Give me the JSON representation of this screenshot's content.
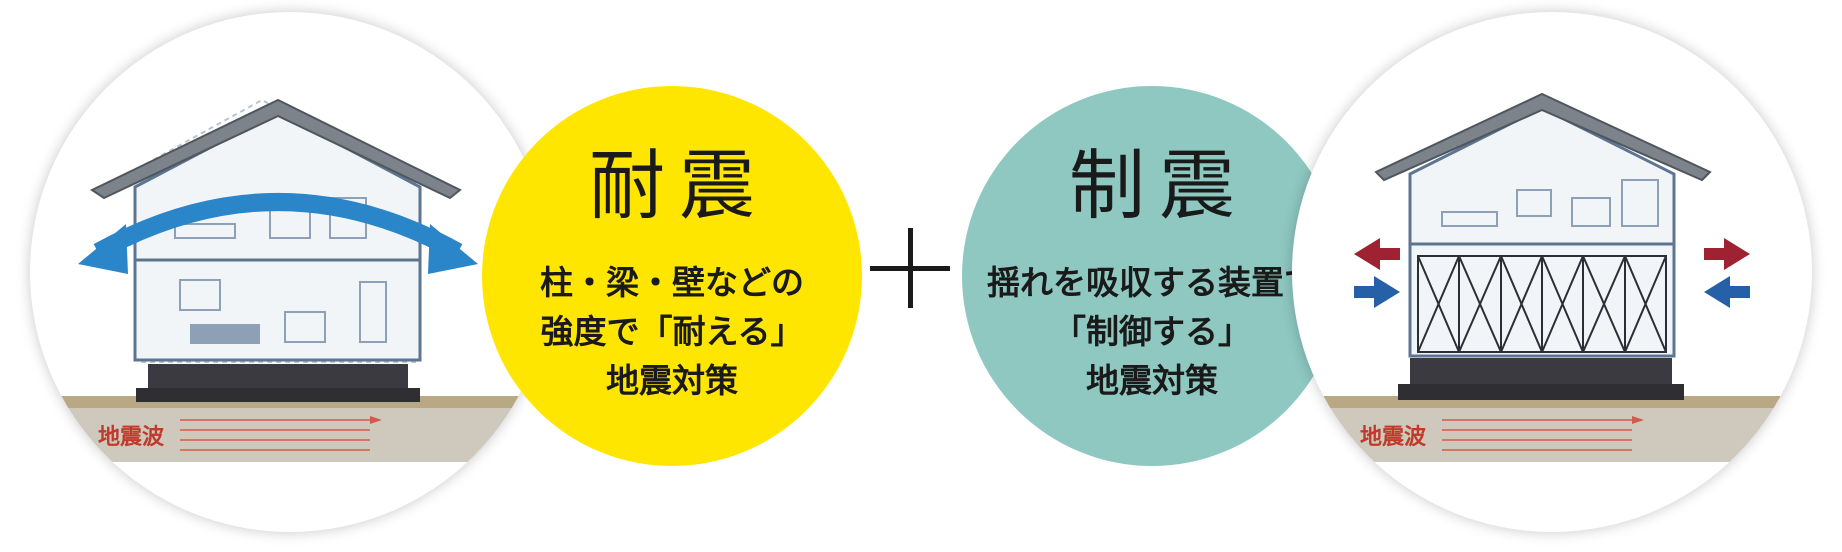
{
  "left_illustration": {
    "wave_label": "地震波",
    "arrow_color": "#2a86c8"
  },
  "taishin": {
    "title": "耐震",
    "lines": [
      "柱・梁・壁などの",
      "強度で「耐える」",
      "地震対策"
    ],
    "color": "#ffe600"
  },
  "plus_symbol": "+",
  "seishin": {
    "title": "制震",
    "lines": [
      "揺れを吸収する装置で",
      "「制御する」",
      "地震対策"
    ],
    "color": "#8ec8c1"
  },
  "right_illustration": {
    "wave_label": "地震波",
    "arrow_colors": {
      "red": "#9e2231",
      "blue": "#2560a8"
    }
  }
}
